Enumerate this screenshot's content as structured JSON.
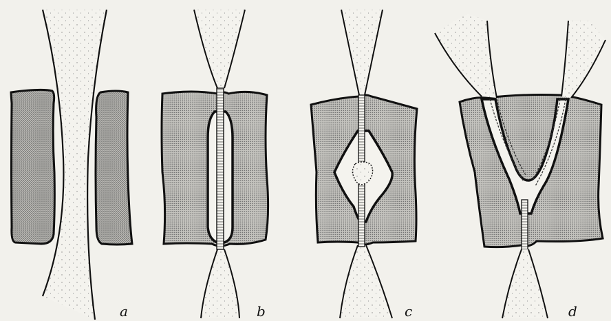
{
  "panels": [
    {
      "id": "a",
      "label": "a"
    },
    {
      "id": "b",
      "label": "b"
    },
    {
      "id": "c",
      "label": "c"
    },
    {
      "id": "d",
      "label": "d"
    }
  ],
  "colors": {
    "background": "#f2f1ec",
    "stipple": "#777777",
    "stipple_dense": "#5a5a5a",
    "outline": "#111111",
    "light_fill": "#f7f6f1"
  }
}
